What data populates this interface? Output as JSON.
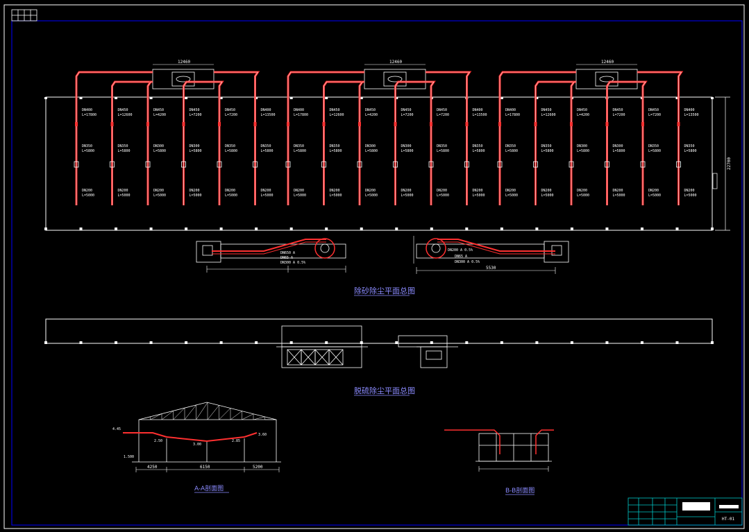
{
  "view_titles": {
    "plan_sand": "除砂除尘平面总图",
    "plan_desulf": "脱硫除尘平面总图",
    "section_a": "A-A剖面图",
    "section_b": "B-B剖面图"
  },
  "dims": {
    "unit_width": "12460",
    "plan_height": "22700",
    "fan_offset": "5530",
    "sec_left": "4250",
    "sec_mid": "6150",
    "sec_right": "5200",
    "elev_top": "4.45",
    "elev_low": "1.500",
    "elev_1": "2.50",
    "elev_2": "3.00",
    "elev_3": "2.85",
    "elev_4": "3.60"
  },
  "pipe_labels": {
    "row1": [
      {
        "dn": "DN400",
        "len": "L=17800"
      },
      {
        "dn": "DN450",
        "len": "L=12600"
      },
      {
        "dn": "DN450",
        "len": "L=4200"
      },
      {
        "dn": "DN450",
        "len": "L=7200"
      },
      {
        "dn": "DN450",
        "len": "L=7200"
      },
      {
        "dn": "DN400",
        "len": "L=13500"
      }
    ],
    "row2": [
      {
        "dn": "DN350",
        "len": "L=5800"
      },
      {
        "dn": "DN350",
        "len": "L=5800"
      },
      {
        "dn": "DN300",
        "len": "L=5800"
      },
      {
        "dn": "DN300",
        "len": "L=5800"
      },
      {
        "dn": "DN350",
        "len": "L=5800"
      },
      {
        "dn": "DN350",
        "len": "L=5800"
      }
    ],
    "row3": [
      {
        "dn": "DN200",
        "len": "L=5000"
      },
      {
        "dn": "DN200",
        "len": "L=5000"
      },
      {
        "dn": "DN200",
        "len": "L=5000"
      },
      {
        "dn": "DN200",
        "len": "L=5000"
      },
      {
        "dn": "DN200",
        "len": "L=5000"
      },
      {
        "dn": "DN200",
        "len": "L=5000"
      }
    ]
  },
  "fan_labels": {
    "left": [
      "DN650 A",
      "DN65 A",
      "DN300 A 0.5%"
    ],
    "right": [
      "DN200 A 0.5%",
      "DN65 A",
      "DN300 A 0.5%"
    ]
  },
  "title_block": {
    "drawing_no": "HT-01"
  },
  "colors": {
    "background": "#000000",
    "frame": "#0000ff",
    "line": "#ffffff",
    "pipe": "#ff3030",
    "title": "#8b8bff",
    "title_block": "#00c8c8"
  }
}
